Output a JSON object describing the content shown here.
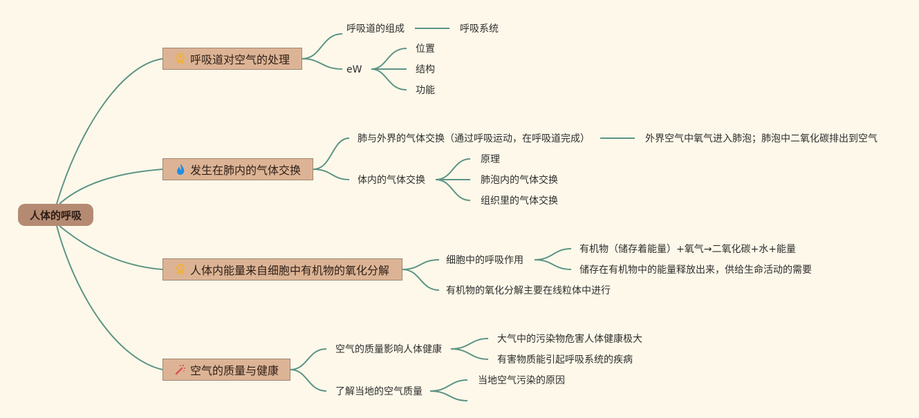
{
  "root": {
    "label": "人体的呼吸"
  },
  "branches": [
    {
      "label": "呼吸道对空气的处理",
      "icon": "medal-icon",
      "children": [
        {
          "label": "呼吸道的组成",
          "children": [
            {
              "label": "呼吸系统"
            }
          ]
        },
        {
          "label": "eW",
          "children": [
            {
              "label": "位置"
            },
            {
              "label": "结构"
            },
            {
              "label": "功能"
            }
          ]
        }
      ]
    },
    {
      "label": "发生在肺内的气体交换",
      "icon": "flame-icon",
      "children": [
        {
          "label": "肺与外界的气体交换（通过呼吸运动，在呼吸道完成）",
          "children": [
            {
              "label": "外界空气中氧气进入肺泡；肺泡中二氧化碳排出到空气"
            }
          ]
        },
        {
          "label": "体内的气体交换",
          "children": [
            {
              "label": "原理"
            },
            {
              "label": "肺泡内的气体交换"
            },
            {
              "label": "组织里的气体交换"
            }
          ]
        }
      ]
    },
    {
      "label": "人体内能量来自细胞中有机物的氧化分解",
      "icon": "medal-icon",
      "children": [
        {
          "label": "细胞中的呼吸作用",
          "children": [
            {
              "label": "有机物（储存着能量）+氧气→二氧化碳+水+能量"
            },
            {
              "label": "储存在有机物中的能量释放出来，供给生命活动的需要"
            }
          ]
        },
        {
          "label": "有机物的氧化分解主要在线粒体中进行"
        }
      ]
    },
    {
      "label": "空气的质量与健康",
      "icon": "magic-wand-icon",
      "children": [
        {
          "label": "空气的质量影响人体健康",
          "children": [
            {
              "label": "大气中的污染物危害人体健康极大"
            },
            {
              "label": "有害物质能引起呼吸系统的疾病"
            }
          ]
        },
        {
          "label": "了解当地的空气质量",
          "children": [
            {
              "label": "当地空气污染的原因"
            },
            {
              "label": ""
            }
          ]
        }
      ]
    }
  ]
}
